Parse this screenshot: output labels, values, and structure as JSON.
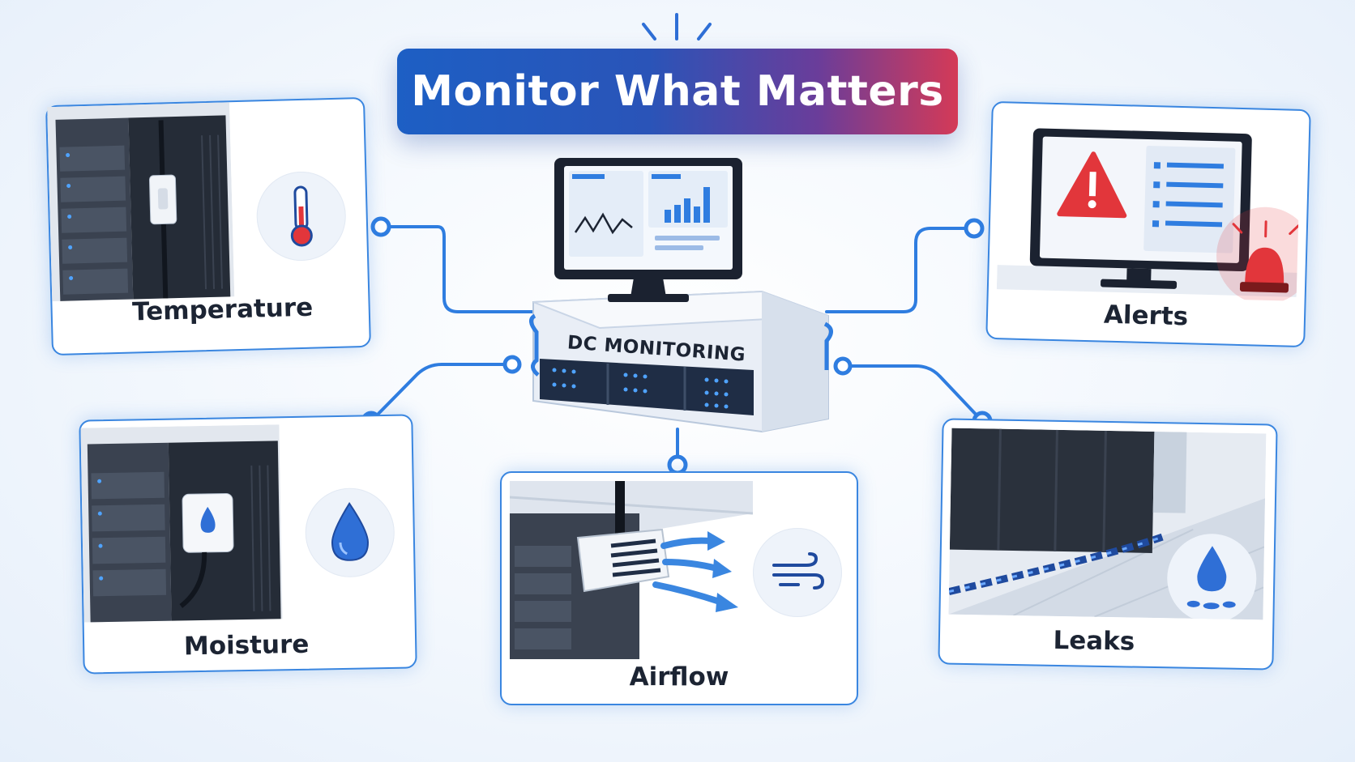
{
  "title": "Monitor What Matters",
  "hub": {
    "label": "DC MONITORING"
  },
  "cards": {
    "temperature": {
      "label": "Temperature",
      "icon": "thermometer-icon"
    },
    "alerts": {
      "label": "Alerts",
      "icon": "warning-icon"
    },
    "moisture": {
      "label": "Moisture",
      "icon": "water-drop-icon"
    },
    "airflow": {
      "label": "Airflow",
      "icon": "wind-icon"
    },
    "leaks": {
      "label": "Leaks",
      "icon": "water-leak-icon"
    }
  },
  "colors": {
    "accent": "#2f7de0",
    "banner_start": "#1d5fc4",
    "banner_end": "#d43a57",
    "alert_red": "#e2363b",
    "rack_dark": "#2a313c"
  }
}
